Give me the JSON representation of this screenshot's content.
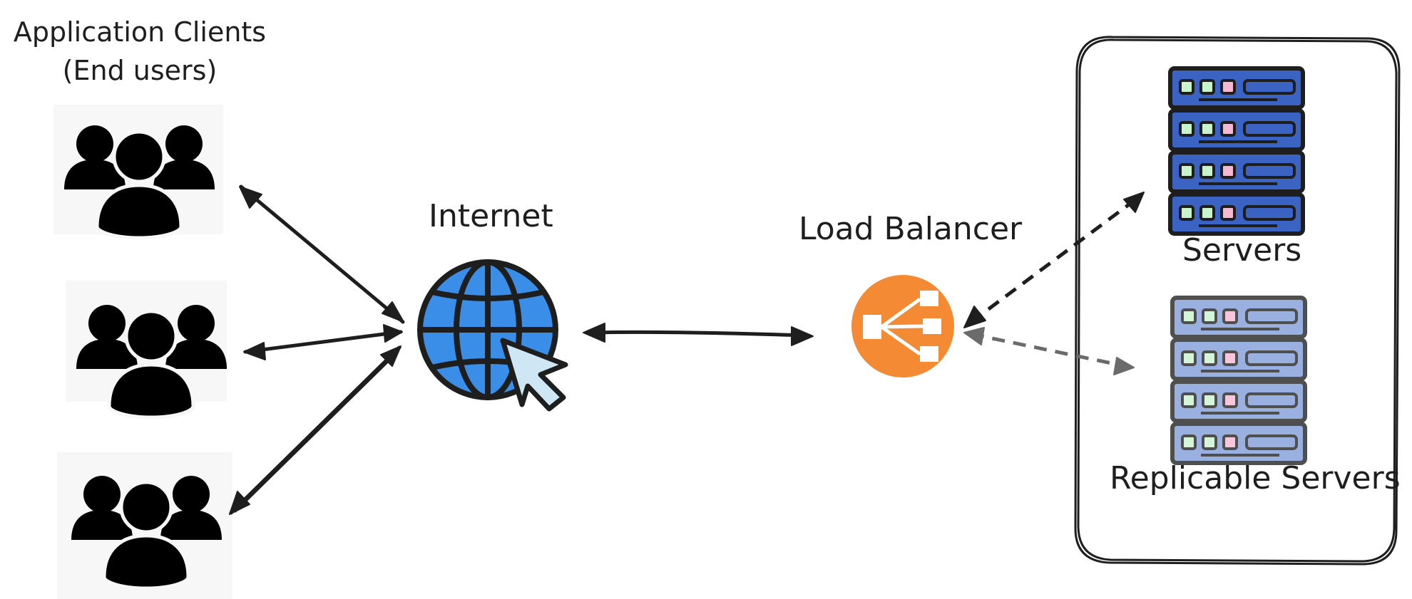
{
  "labels": {
    "clients_line1": "Application Clients",
    "clients_line2": "(End users)",
    "internet": "Internet",
    "load_balancer": "Load Balancer",
    "servers": "Servers",
    "replicable_servers": "Replicable Servers"
  },
  "icons": {
    "clients": "users-group-icon",
    "internet": "globe-cursor-icon",
    "load_balancer": "load-balancer-icon",
    "server": "server-rack-icon",
    "replica": "server-rack-icon"
  },
  "colors": {
    "globe": "#3b8ee8",
    "cursor": "#cfe6f5",
    "load_balancer": "#f58a34",
    "server_primary": "#3a63c4",
    "server_replica": "#7d9ad8",
    "line": "#1e1e1e",
    "dashed_replica": "#6b6b6b"
  }
}
